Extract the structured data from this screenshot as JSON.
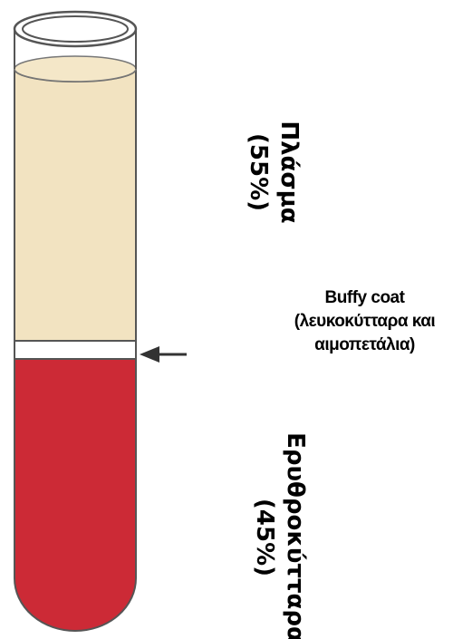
{
  "labels": {
    "plasma": {
      "name": "Πλάσμα",
      "percent": "(55%)"
    },
    "buffy_coat": {
      "line1": "Buffy coat",
      "line2": "(λευκοκύτταρα και",
      "line3": "αιμοπετάλια)"
    },
    "red_cells": {
      "name": "Ερυθροκύτταρα",
      "percent": "(45%)"
    }
  },
  "colors": {
    "plasma": "#f2e3c1",
    "buffy_coat": "#ffffff",
    "red_cells": "#cc2a36",
    "outline": "#555555"
  },
  "fractions": {
    "plasma": 0.55,
    "red_cells": 0.45
  }
}
